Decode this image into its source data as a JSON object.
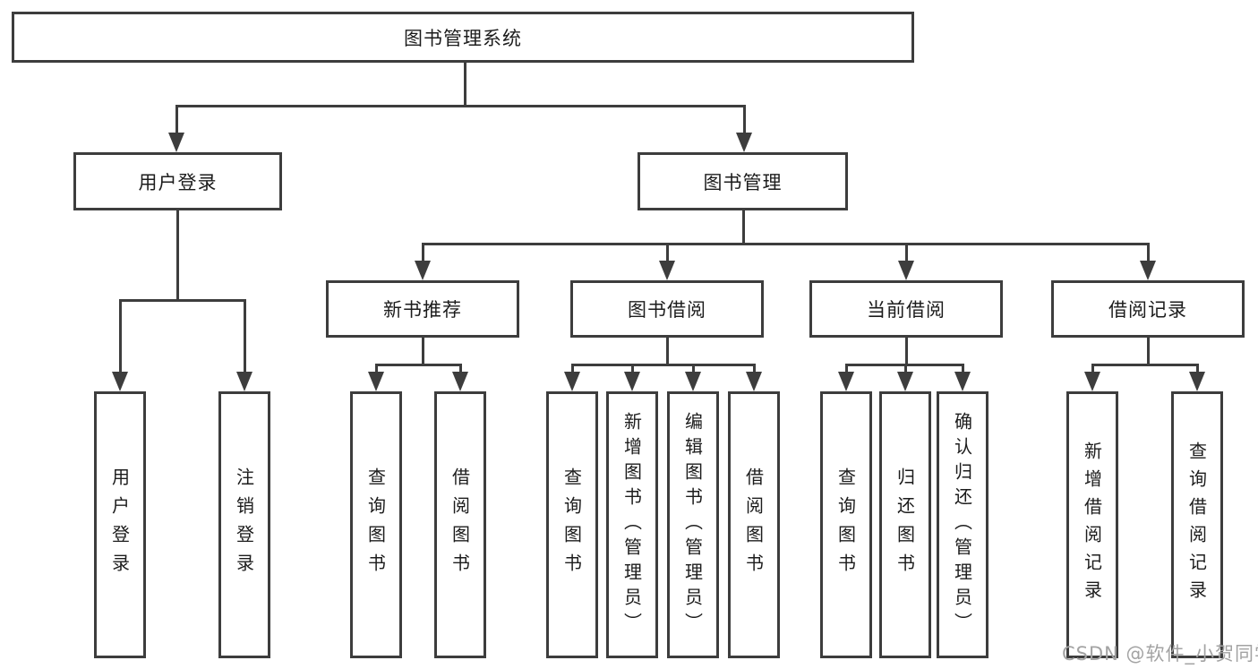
{
  "diagram": {
    "type": "hierarchy-tree",
    "root": {
      "label": "图书管理系统"
    },
    "branches": [
      {
        "label": "用户登录",
        "children": [
          {
            "label": "用户登录"
          },
          {
            "label": "注销登录"
          }
        ]
      },
      {
        "label": "图书管理",
        "children": [
          {
            "label": "新书推荐",
            "children": [
              {
                "label": "查询图书"
              },
              {
                "label": "借阅图书"
              }
            ]
          },
          {
            "label": "图书借阅",
            "children": [
              {
                "label": "查询图书"
              },
              {
                "label": "新增图书（管理员）"
              },
              {
                "label": "编辑图书（管理员）"
              },
              {
                "label": "借阅图书"
              }
            ]
          },
          {
            "label": "当前借阅",
            "children": [
              {
                "label": "查询图书"
              },
              {
                "label": "归还图书"
              },
              {
                "label": "确认归还（管理员）"
              }
            ]
          },
          {
            "label": "借阅记录",
            "children": [
              {
                "label": "新增借阅记录"
              },
              {
                "label": "查询借阅记录"
              }
            ]
          }
        ]
      }
    ]
  },
  "watermark": "CSDN @软件_小贺同学",
  "colors": {
    "line": "#3d3d3d",
    "text": "#1c1c1c",
    "background": "#ffffff",
    "watermark": "#a3a3a3"
  }
}
